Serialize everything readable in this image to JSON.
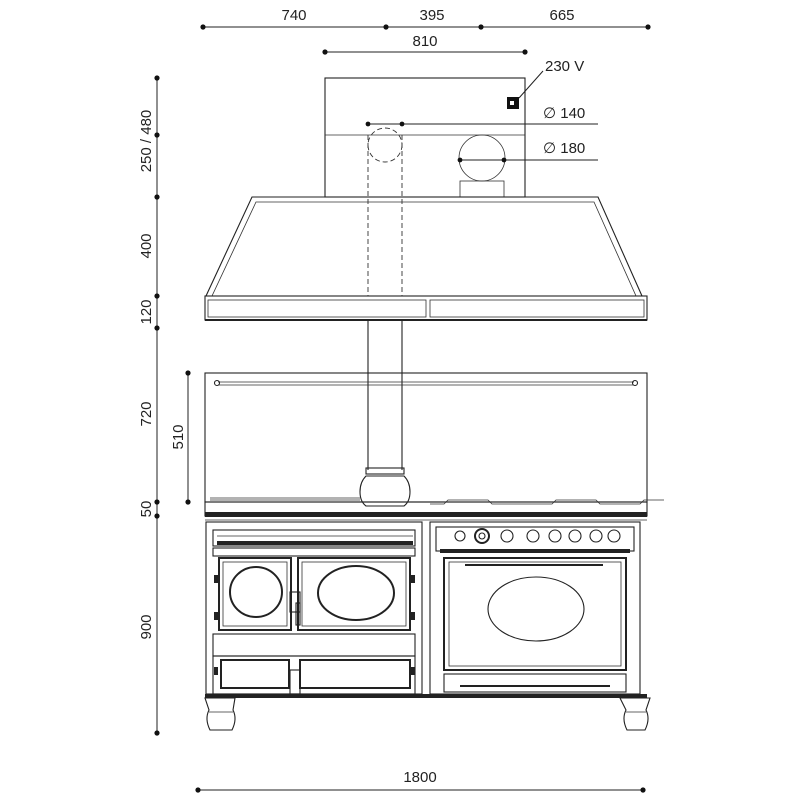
{
  "dimensions": {
    "top": [
      "740",
      "395",
      "665"
    ],
    "hood_width": "810",
    "voltage": "230 V",
    "diam_small": "∅ 140",
    "diam_large": "∅ 180",
    "left": [
      "250 / 480",
      "400",
      "120",
      "720",
      "50",
      "900"
    ],
    "inner_left": "510",
    "total_width": "1800"
  },
  "colors": {
    "line": "#222222",
    "background": "#ffffff"
  }
}
